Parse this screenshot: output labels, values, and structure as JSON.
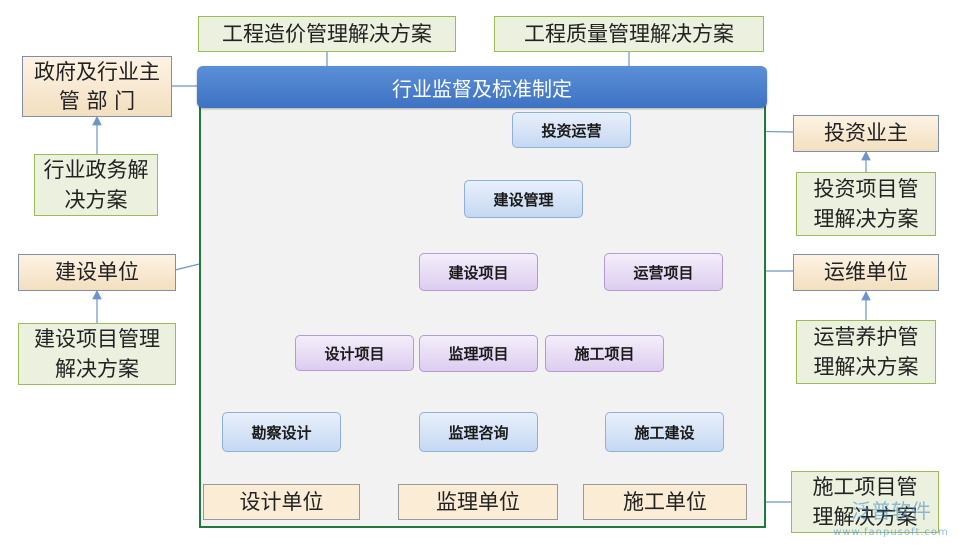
{
  "top_boxes": {
    "cost": "工程造价管理解决方案",
    "quality": "工程质量管理解决方案"
  },
  "banner": "行业监督及标准制定",
  "left": {
    "gov": "政府及行业主 管 部 门",
    "gov_solution": "行业政务解决方案",
    "builder": "建设单位",
    "builder_solution": "建设项目管理解决方案"
  },
  "right": {
    "investor": "投资业主",
    "investor_solution": "投资项目管理解决方案",
    "operator": "运维单位",
    "operator_solution": "运营养护管理解决方案",
    "construction_solution": "施工项目管理解决方案"
  },
  "nodes": {
    "invest_ops": "投资运营",
    "build_mgmt": "建设管理",
    "build_project": "建设项目",
    "ops_project": "运营项目",
    "design_project": "设计项目",
    "supervision_project": "监理项目",
    "construction_project": "施工项目",
    "survey_design": "勘察设计",
    "supervision_consult": "监理咨询",
    "construction_build": "施工建设"
  },
  "bottom": {
    "design_unit": "设计单位",
    "supervision_unit": "监理单位",
    "construction_unit": "施工单位"
  },
  "watermark": {
    "name": "泛普软件",
    "url": "www.fanpusoft.com"
  },
  "colors": {
    "frame_border": "#1f7a3c",
    "banner": "#4a7fcc",
    "green_box": "#ebf1de",
    "beige_box": "#fbecd6",
    "connector": "#6f94c8"
  }
}
